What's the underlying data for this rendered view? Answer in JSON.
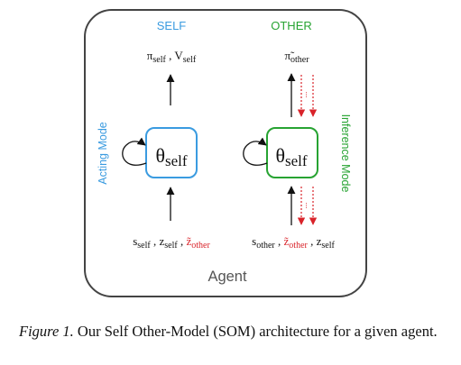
{
  "colors": {
    "self": "#3a9be0",
    "other": "#27a332",
    "hidden": "#d9232a",
    "frame": "#444444",
    "text": "#111111",
    "agent_label": "#555555"
  },
  "columns": {
    "self_header": "SELF",
    "other_header": "OTHER"
  },
  "modes": {
    "acting": "Acting Mode",
    "inference": "Inference Mode"
  },
  "agent_label": "Agent",
  "self_block": {
    "theta": "θ",
    "theta_sub": "self",
    "output": {
      "pi": "π",
      "pi_sub": "self",
      "sep": " , ",
      "v": "V",
      "v_sub": "self"
    },
    "input": {
      "s": "s",
      "s_sub": "self",
      "sep1": " , ",
      "z": "z",
      "z_sub": "self",
      "sep2": " , ",
      "zt": "z̃",
      "zt_sub": "other"
    }
  },
  "other_block": {
    "theta": "θ",
    "theta_sub": "self",
    "output": {
      "pi": "π̃",
      "pi_sub": "other"
    },
    "input": {
      "s": "s",
      "s_sub": "other",
      "sep1": " , ",
      "zt": "z̃",
      "zt_sub": "other",
      "sep2": " , ",
      "z": "z",
      "z_sub": "self"
    }
  },
  "caption": {
    "figure_label": "Figure 1.",
    "text": " Our Self Other-Model (SOM) architecture for a given agent."
  }
}
